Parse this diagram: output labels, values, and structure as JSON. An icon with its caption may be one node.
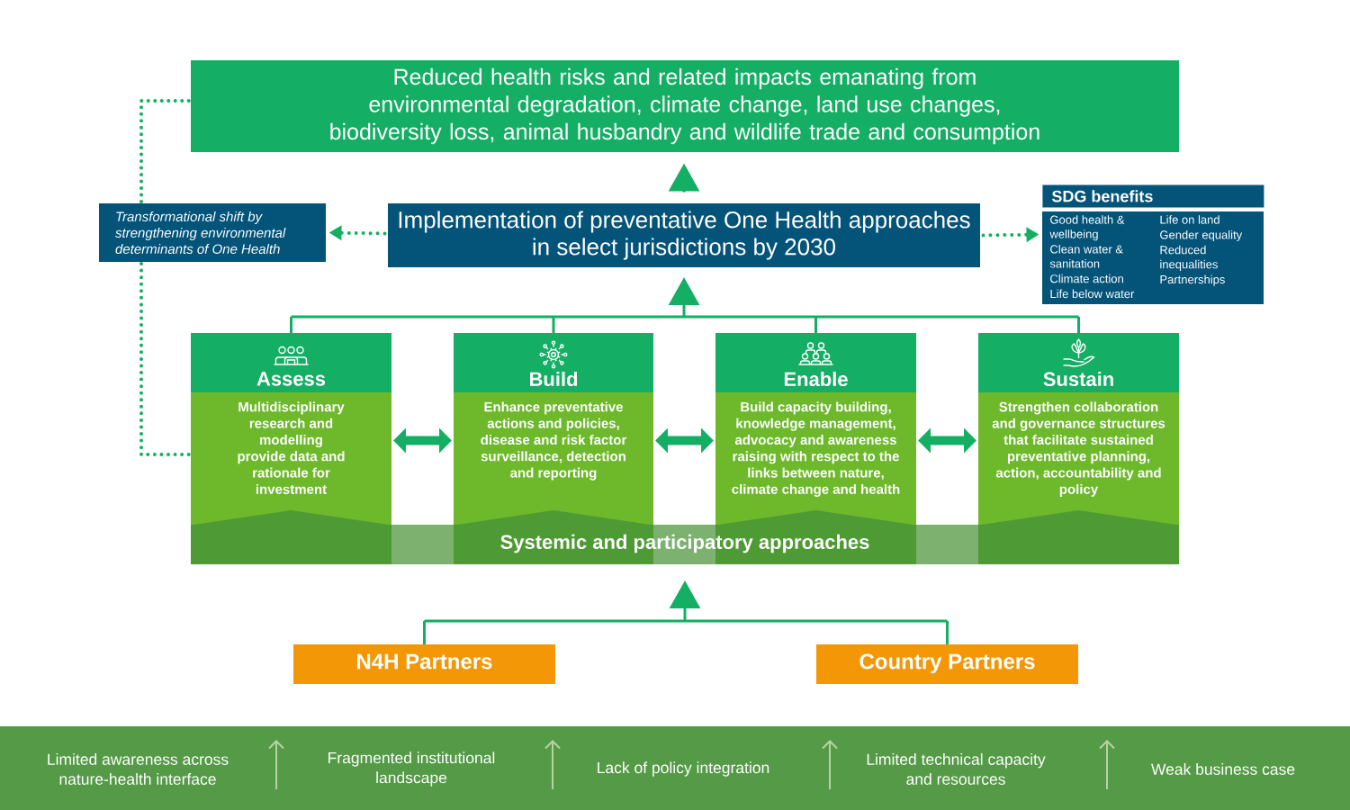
{
  "diagram": {
    "nodes": [
      {
        "text": [
          "Reduced health risks and related impacts emanating from environmental degradation, climate change, land use changes, biodiversity loss, animal husbandry and wildlife trade and consumption"
        ]
      },
      {
        "text": [
          "Transformational shift by strengthening environmental determinants of One Health"
        ]
      },
      {
        "text": [
          "Implementation of preventative One Health approaches in select jurisdictions by 2030"
        ]
      },
      {
        "text": [
          "SDG benefits",
          "Good health & wellbeing",
          "Clean water & sanitation",
          "Climate action",
          "Life below water",
          "Life on land",
          "Gender equality",
          "Reduced inequalities",
          "Partnerships"
        ]
      },
      {
        "text": [
          "Assess",
          "Multidisciplinary research and modelling provide data and rationale for investment"
        ]
      },
      {
        "text": [
          "Build",
          "Enhance preventative actions and policies, disease and risk factor surveillance, detection and reporting"
        ]
      },
      {
        "text": [
          "Enable",
          "Build capacity building, knowledge management, advocacy and awareness raising with respect to the links between nature, climate change and health"
        ]
      },
      {
        "text": [
          "Sustain",
          "Strengthen collaboration and governance structures that facilitate sustained preventative planning, action, accountability and policy"
        ]
      },
      {
        "text": [
          "Systemic and participatory approaches"
        ]
      },
      {
        "text": [
          "N4H Partners"
        ]
      },
      {
        "text": [
          "Country Partners"
        ]
      },
      {
        "text": [
          "Limited awareness across nature-health interface",
          "Fragmented institutional landscape",
          "Lack of policy integration",
          "Limited technical capacity and resources",
          "Weak business case"
        ]
      }
    ],
    "edges": [
      {
        "from": 2,
        "to": 0,
        "arrow": "to"
      },
      {
        "from": 2,
        "to": 1,
        "arrow": "to",
        "style": "dashed"
      },
      {
        "from": 2,
        "to": 3,
        "arrow": "to",
        "style": "dashed"
      },
      {
        "from": 1,
        "to": 0,
        "arrow": "none",
        "style": "dashed"
      },
      {
        "from": 1,
        "to": 4,
        "arrow": "none",
        "style": "dashed"
      },
      {
        "from": 4,
        "to": 2,
        "arrow": "to"
      },
      {
        "from": 5,
        "to": 2,
        "arrow": "to"
      },
      {
        "from": 6,
        "to": 2,
        "arrow": "to"
      },
      {
        "from": 7,
        "to": 2,
        "arrow": "to"
      },
      {
        "from": 4,
        "to": 5,
        "arrow": "both",
        "style": "thick"
      },
      {
        "from": 5,
        "to": 6,
        "arrow": "both",
        "style": "thick"
      },
      {
        "from": 6,
        "to": 7,
        "arrow": "both",
        "style": "thick"
      },
      {
        "from": 9,
        "to": 8,
        "arrow": "to"
      },
      {
        "from": 10,
        "to": 8,
        "arrow": "to"
      }
    ]
  }
}
